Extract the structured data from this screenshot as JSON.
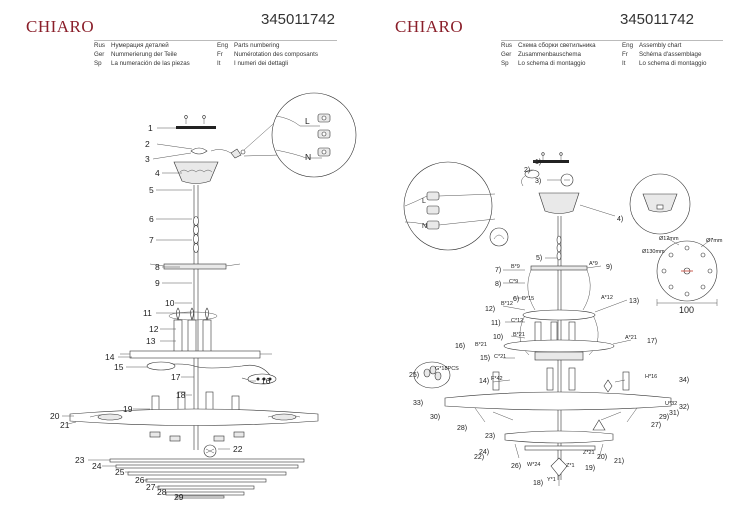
{
  "brand": "CHIARO",
  "model_number": "345011742",
  "left_sheet": {
    "captions": [
      {
        "lang": "Rus",
        "text": "Нумерация деталей"
      },
      {
        "lang": "Eng",
        "text": "Parts numbering"
      },
      {
        "lang": "Ger",
        "text": "Nummerierung der Teile"
      },
      {
        "lang": "Fr",
        "text": "Numérotation des composants"
      },
      {
        "lang": "Sp",
        "text": "La numeración de las piezas"
      },
      {
        "lang": "It",
        "text": "I numeri dei dettagli"
      }
    ],
    "wiring_labels": {
      "live": "L",
      "neutral": "N"
    },
    "part_numbers": [
      "1",
      "2",
      "3",
      "4",
      "5",
      "6",
      "7",
      "8",
      "9",
      "10",
      "11",
      "12",
      "13",
      "14",
      "15",
      "16",
      "17",
      "18",
      "19",
      "20",
      "21",
      "22",
      "23",
      "24",
      "25",
      "26",
      "27",
      "28",
      "29"
    ]
  },
  "right_sheet": {
    "captions": [
      {
        "lang": "Rus",
        "text": "Схема сборки светильника"
      },
      {
        "lang": "Eng",
        "text": "Assembly chart"
      },
      {
        "lang": "Ger",
        "text": "Zusammenbauschema"
      },
      {
        "lang": "Fr",
        "text": "Schéma d'assemblage"
      },
      {
        "lang": "Sp",
        "text": "Lo schema di montaggio"
      },
      {
        "lang": "It",
        "text": "Lo schema di montaggio"
      }
    ],
    "wiring_labels": {
      "live": "L",
      "neutral": "N"
    },
    "dimensions": {
      "hole_large": "Ø12mm",
      "circle": "Ø130mm",
      "hole_small": "Ø7mm",
      "span": "100"
    },
    "callouts": [
      {
        "n": "1)",
        "qty": "1"
      },
      {
        "n": "2)",
        "qty": ""
      },
      {
        "n": "3)",
        "qty": ""
      },
      {
        "n": "4)",
        "qty": ""
      },
      {
        "n": "5)",
        "qty": ""
      },
      {
        "n": "6)",
        "qty": "D*15"
      },
      {
        "n": "7)",
        "qty": "B*9"
      },
      {
        "n": "8)",
        "qty": "C*9"
      },
      {
        "n": "9)",
        "qty": "A*9"
      },
      {
        "n": "10)",
        "qty": "B*21"
      },
      {
        "n": "11)",
        "qty": "C*12"
      },
      {
        "n": "12)",
        "qty": "B*12"
      },
      {
        "n": "13)",
        "qty": "A*12"
      },
      {
        "n": "14)",
        "qty": "F*42"
      },
      {
        "n": "15)",
        "qty": "C*21"
      },
      {
        "n": "16)",
        "qty": "B*21"
      },
      {
        "n": "17)",
        "qty": "A*21"
      },
      {
        "n": "18)",
        "qty": "Y*1"
      },
      {
        "n": "19)",
        "qty": "Z*1"
      },
      {
        "n": "20)",
        "qty": "Z*21"
      },
      {
        "n": "21)",
        "qty": ""
      },
      {
        "n": "22)",
        "qty": ""
      },
      {
        "n": "23)",
        "qty": ""
      },
      {
        "n": "24)",
        "qty": ""
      },
      {
        "n": "25)",
        "qty": "G*18PCS"
      },
      {
        "n": "26)",
        "qty": "W*24"
      },
      {
        "n": "27)",
        "qty": ""
      },
      {
        "n": "28)",
        "qty": ""
      },
      {
        "n": "29)",
        "qty": ""
      },
      {
        "n": "30)",
        "qty": ""
      },
      {
        "n": "31)",
        "qty": ""
      },
      {
        "n": "32)",
        "qty": "U*32"
      },
      {
        "n": "33)",
        "qty": ""
      },
      {
        "n": "34)",
        "qty": "H*16"
      }
    ]
  }
}
